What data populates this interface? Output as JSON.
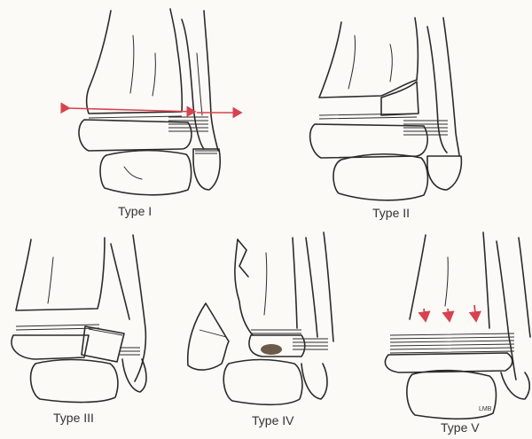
{
  "panels": [
    {
      "id": "type-1",
      "label": "Type I"
    },
    {
      "id": "type-2",
      "label": "Type II"
    },
    {
      "id": "type-3",
      "label": "Type III"
    },
    {
      "id": "type-4",
      "label": "Type IV"
    },
    {
      "id": "type-5",
      "label": "Type V"
    }
  ],
  "signature": "LMB",
  "colors": {
    "ink": "#2b2b2b",
    "arrow": "#d8424f",
    "paper": "#fbfaf7"
  }
}
